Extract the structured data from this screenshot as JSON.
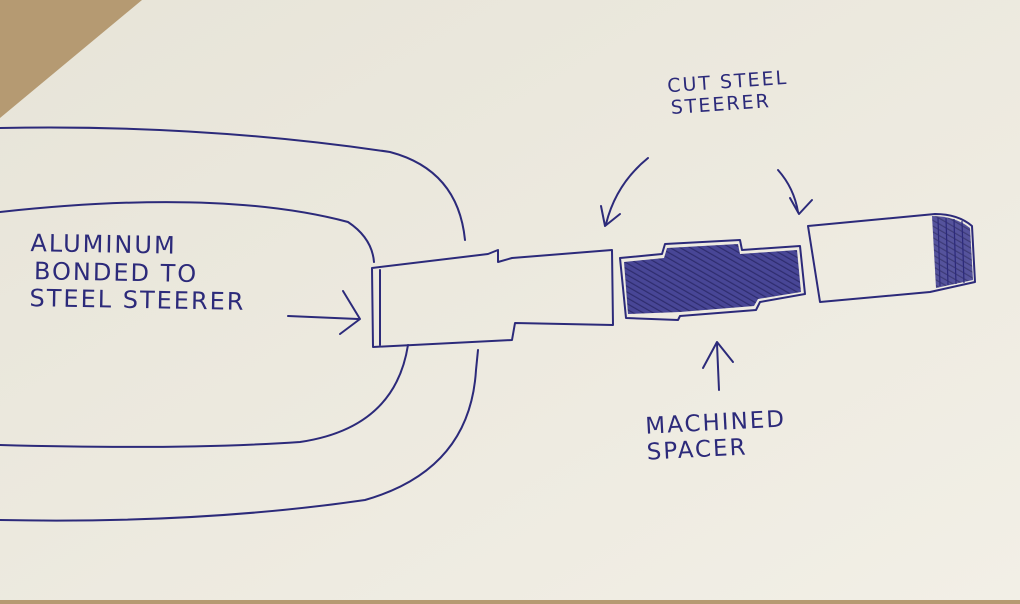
{
  "labels": {
    "aluminum": [
      "Aluminum",
      "Bonded to",
      "Steel steerer"
    ],
    "cut_steel": [
      "Cut steel",
      "steerer"
    ],
    "spacer": [
      "Machined",
      "Spacer"
    ]
  },
  "colors": {
    "paper": "#ece9de",
    "background": "#b59a72",
    "ink": "#2c2a7a"
  }
}
